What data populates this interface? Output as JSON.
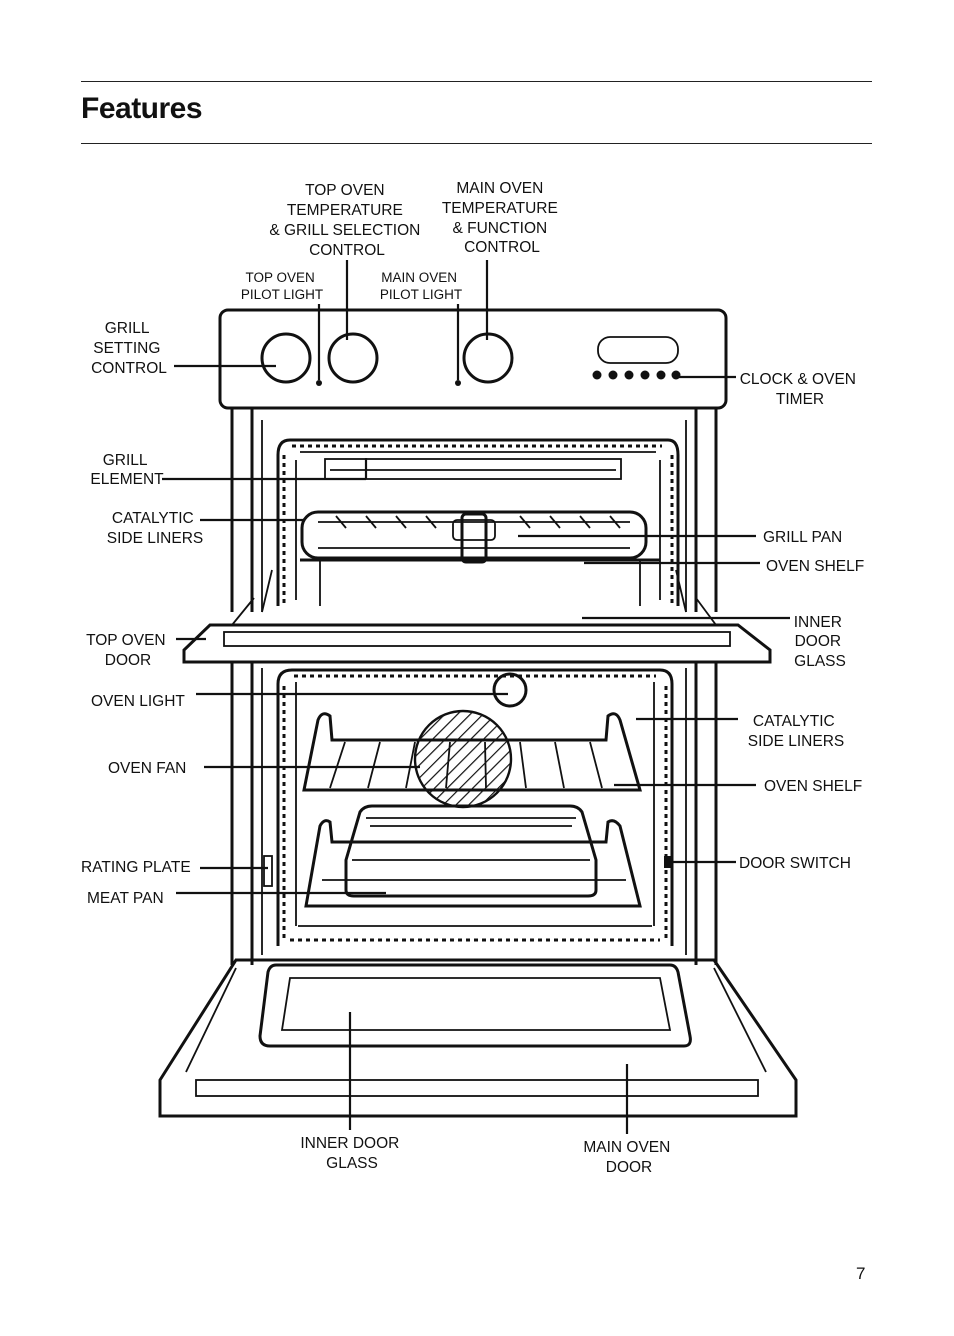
{
  "page": {
    "title": "Features",
    "number": "7"
  },
  "labels": {
    "top_oven_control": [
      "TOP OVEN",
      "TEMPERATURE",
      "& GRILL SELECTION",
      "CONTROL"
    ],
    "main_oven_control": [
      "MAIN OVEN",
      "TEMPERATURE",
      "& FUNCTION",
      "CONTROL"
    ],
    "top_oven_pilot": [
      "TOP OVEN",
      "PILOT LIGHT"
    ],
    "main_oven_pilot": [
      "MAIN OVEN",
      "PILOT LIGHT"
    ],
    "grill_setting": [
      "GRILL",
      "SETTING",
      "CONTROL"
    ],
    "clock_timer": [
      "CLOCK & OVEN",
      "TIMER"
    ],
    "grill_element": [
      "GRILL",
      "ELEMENT"
    ],
    "catalytic_top": [
      "CATALYTIC",
      "SIDE LINERS"
    ],
    "grill_pan": [
      "GRILL PAN"
    ],
    "oven_shelf_top": [
      "OVEN SHELF"
    ],
    "inner_door_glass_top": [
      "INNER",
      "DOOR",
      "GLASS"
    ],
    "top_oven_door": [
      "TOP OVEN",
      "DOOR"
    ],
    "oven_light": [
      "OVEN LIGHT"
    ],
    "catalytic_main": [
      "CATALYTIC",
      "SIDE LINERS"
    ],
    "oven_fan": [
      "OVEN FAN"
    ],
    "oven_shelf_main": [
      "OVEN SHELF"
    ],
    "rating_plate": [
      "RATING PLATE"
    ],
    "door_switch": [
      "DOOR SWITCH"
    ],
    "meat_pan": [
      "MEAT PAN"
    ],
    "inner_door_glass_bottom": [
      "INNER DOOR",
      "GLASS"
    ],
    "main_oven_door": [
      "MAIN OVEN",
      "DOOR"
    ]
  }
}
